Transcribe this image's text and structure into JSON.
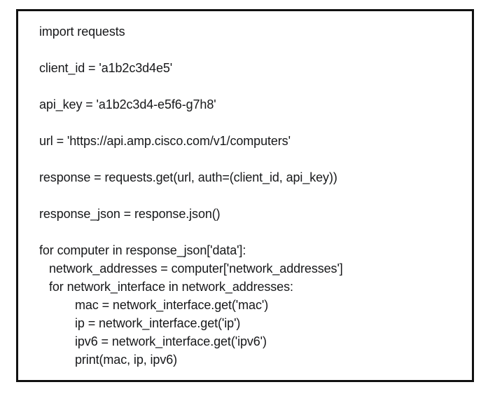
{
  "figure": {
    "kind": "code-snippet-image",
    "language": "python",
    "border_color": "#111111",
    "background_color": "#ffffff",
    "text_color": "#17181a"
  },
  "code": {
    "statements": [
      {
        "text": "import requests",
        "indent": 0
      },
      {
        "text": "client_id = 'a1b2c3d4e5'",
        "indent": 0
      },
      {
        "text": "api_key = 'a1b2c3d4-e5f6-g7h8'",
        "indent": 0
      },
      {
        "text": "url = 'https://api.amp.cisco.com/v1/computers'",
        "indent": 0
      },
      {
        "text": "response = requests.get(url, auth=(client_id, api_key))",
        "indent": 0
      },
      {
        "text": "response_json = response.json()",
        "indent": 0
      }
    ],
    "loop_block": [
      {
        "text": "for computer in response_json['data']:",
        "indent": 0
      },
      {
        "text": "network_addresses = computer['network_addresses']",
        "indent": 1
      },
      {
        "text": "for network_interface in network_addresses:",
        "indent": 1
      },
      {
        "text": "mac = network_interface.get('mac')",
        "indent": 3
      },
      {
        "text": "ip = network_interface.get('ip')",
        "indent": 3
      },
      {
        "text": "ipv6 = network_interface.get('ipv6')",
        "indent": 3
      },
      {
        "text": "print(mac, ip, ipv6)",
        "indent": 3
      }
    ]
  }
}
